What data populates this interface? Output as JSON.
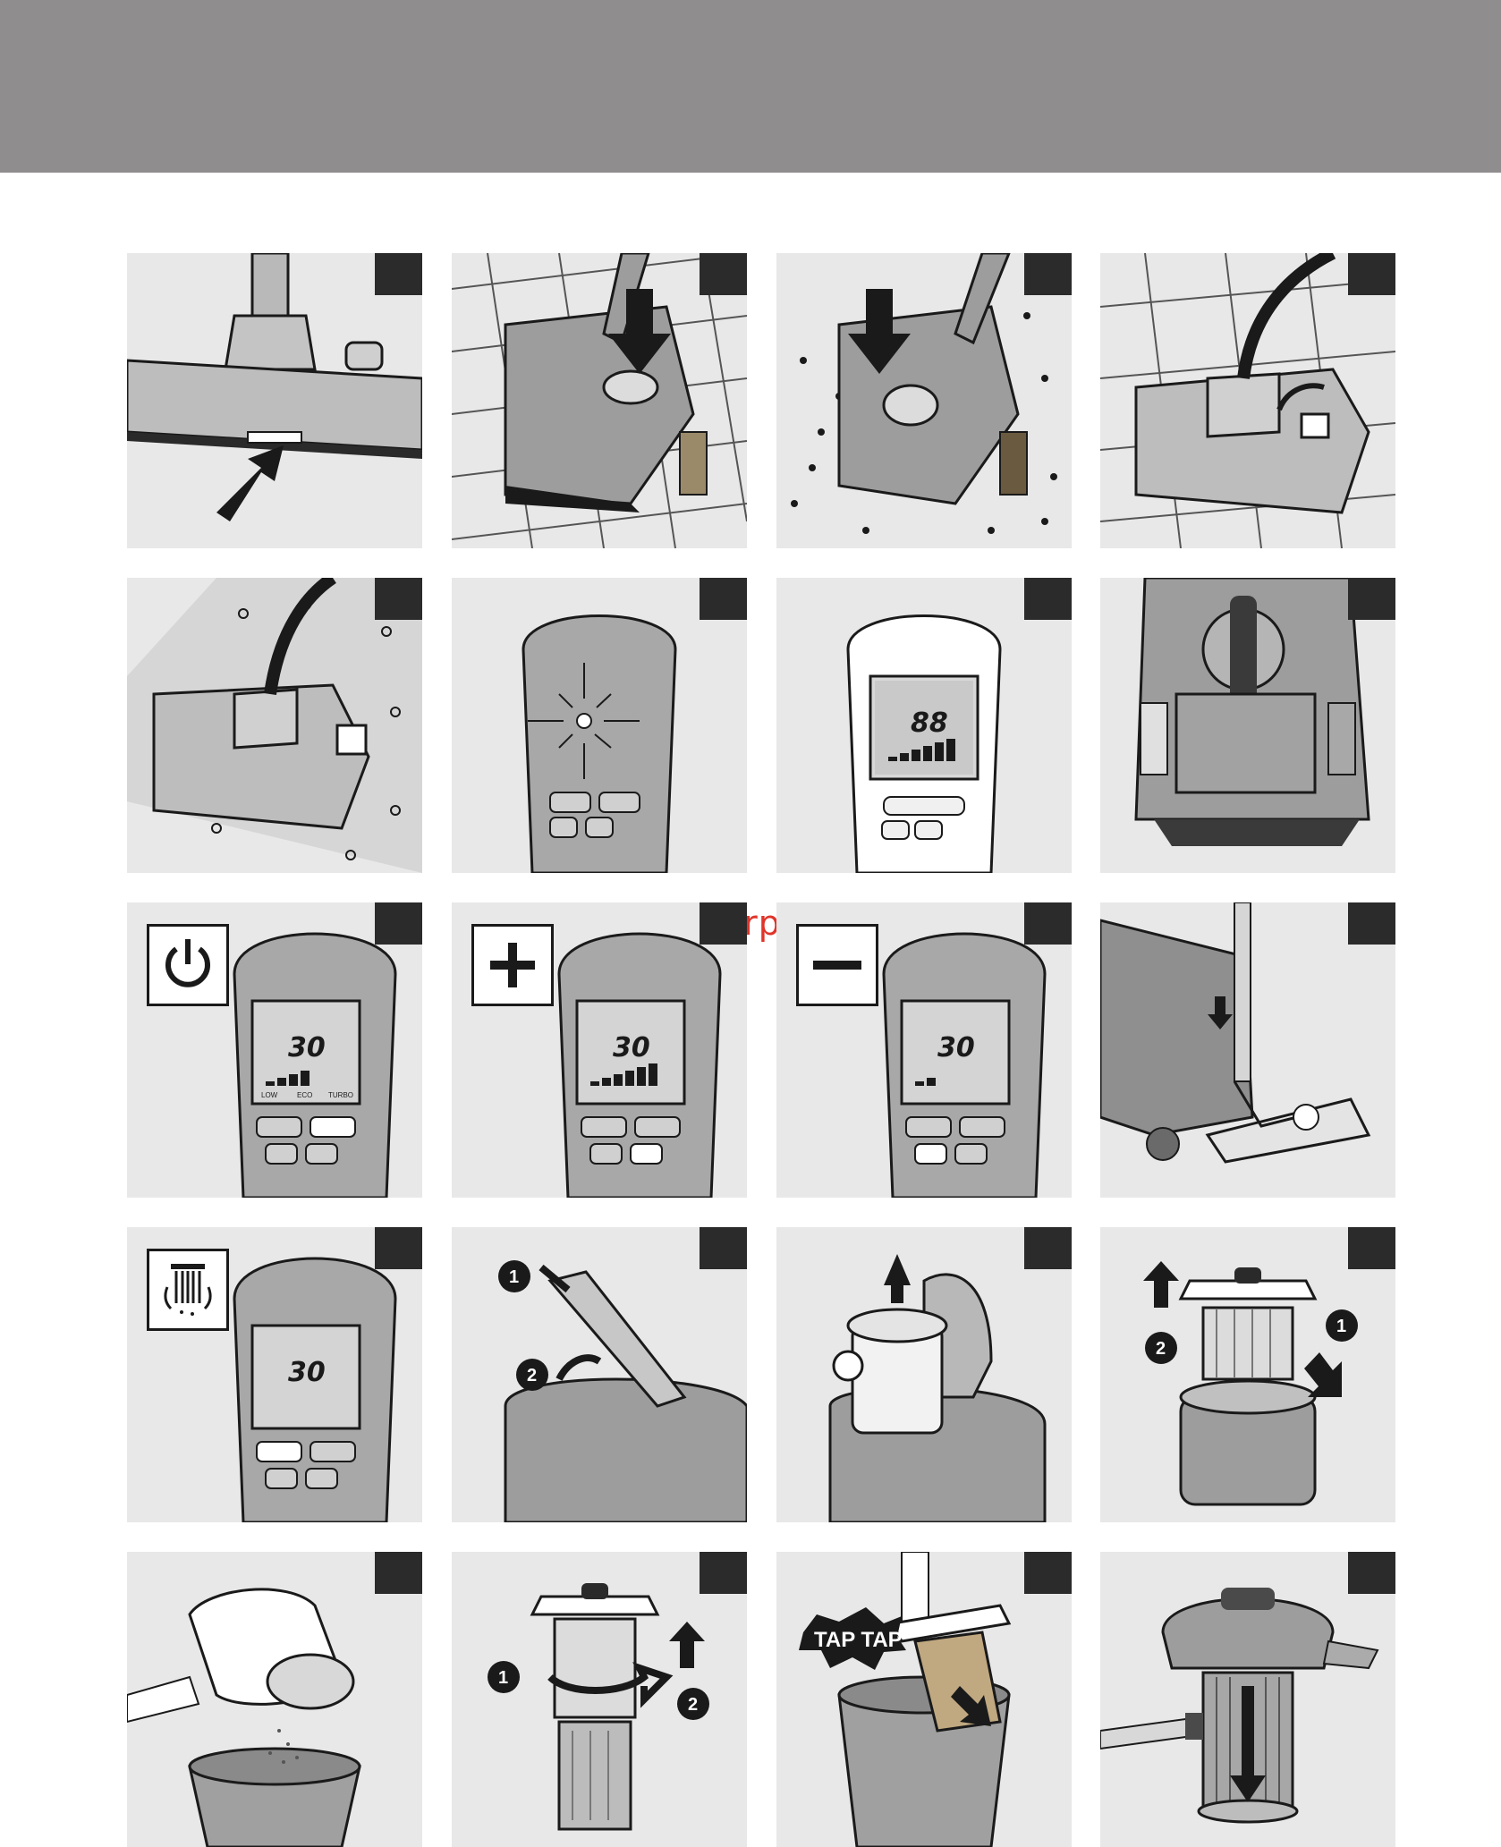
{
  "watermark": "McGrp.Ru",
  "lcd": {
    "time_full": "88",
    "time_set": "30",
    "mode_low": "LOW",
    "mode_eco": "ECO",
    "mode_turbo": "TURBO"
  },
  "callouts": {
    "tap_text": "TAP TAP",
    "step_one": "1",
    "step_two": "2"
  },
  "colors": {
    "header": "#8f8d8e",
    "panel": "#e8e8e8",
    "ink": "#1a1a1a",
    "watermark": "#e0342a"
  }
}
